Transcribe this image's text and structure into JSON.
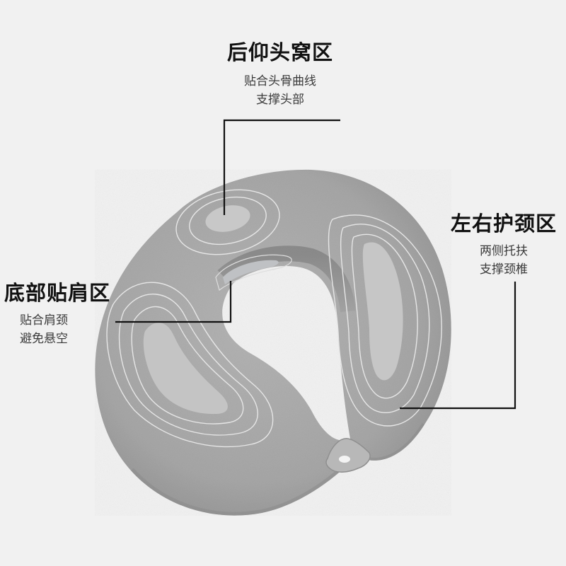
{
  "colors": {
    "background": "#f1f1f1",
    "pillow": "#a9a9a9",
    "pillow_dark": "#8d8d8d",
    "pillow_highlight": "#c4c4c4",
    "contour_lines": "#e6e6e6",
    "leader_lines": "#111111",
    "title_text": "#111111",
    "subtitle_text": "#3a3a3a"
  },
  "product": {
    "name": "u-shaped-neck-pillow",
    "color_name": "gray"
  },
  "callouts": {
    "top": {
      "title": "后仰头窝区",
      "lines": [
        "贴合头骨曲线",
        "支撑头部"
      ]
    },
    "right": {
      "title": "左右护颈区",
      "lines": [
        "两侧托扶",
        "支撑颈椎"
      ]
    },
    "left": {
      "title": "底部贴肩区",
      "lines": [
        "贴合肩颈",
        "避免悬空"
      ]
    }
  }
}
